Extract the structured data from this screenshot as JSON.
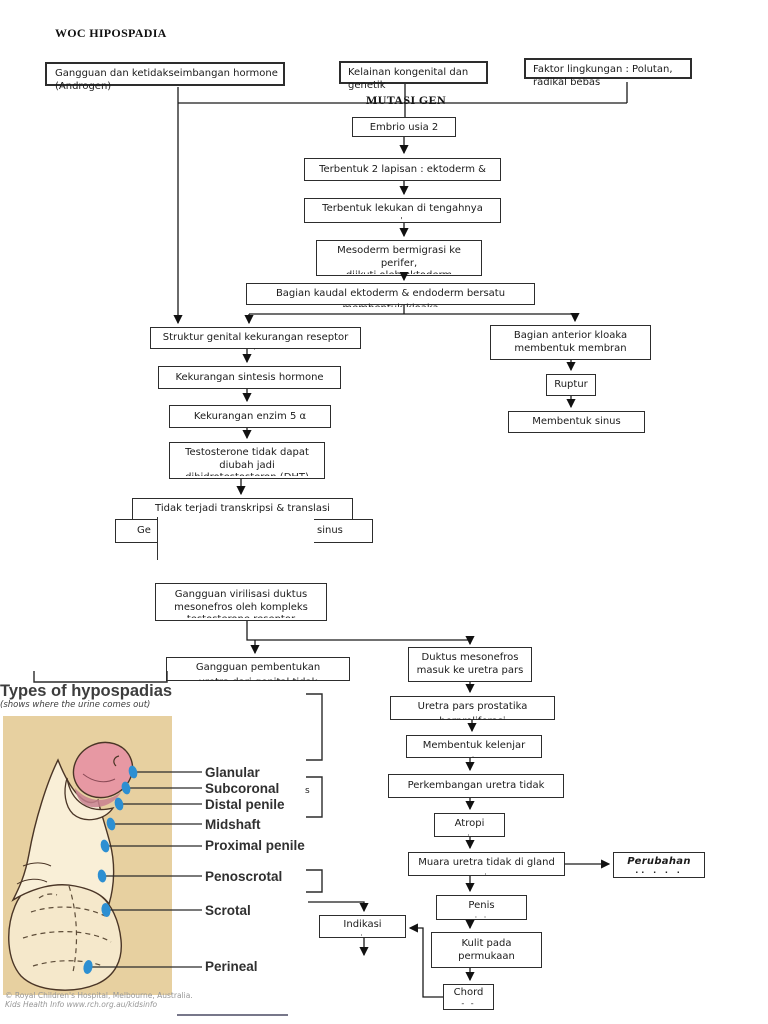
{
  "page_title": "WOC HIPOSPADIA",
  "colors": {
    "dot_blue": "#2d8fd2",
    "figure_bg": "#e7d0a0",
    "box_border": "#2d2d2d",
    "line": "#1a1a1a"
  },
  "nodes": {
    "hormone": {
      "l1": "Gangguan dan ketidakseimbangan hormone",
      "l2": "(Androgen)"
    },
    "kongenital": {
      "l1": "Kelainan kongenital dan",
      "l2": "genetik"
    },
    "lingkungan": {
      "l1": "Faktor lingkungan : Polutan,",
      "l2": "radikal bebas"
    },
    "mutasi": "MUTASI GEN",
    "embrio": "Embrio usia 2",
    "lapisan": "Terbentuk 2 lapisan : ektoderm &",
    "lekukan": {
      "l1": "Terbentuk lekukan di tengahnya",
      "clip": "'"
    },
    "mesoderm": {
      "l1": "Mesoderm bermigrasi ke",
      "l2": "perifer,",
      "clip": "diikuti oleh ektoderm"
    },
    "kaudal": {
      "l1": "Bagian kaudal ektoderm & endoderm bersatu",
      "clip": "membentuk kloaka"
    },
    "struktur": {
      "l1": "Struktur genital kekurangan reseptor",
      "clip": "·"
    },
    "sintesis": "Kekurangan sintesis hormone",
    "enzim": "Kekurangan enzim 5 α",
    "testosterone": {
      "l1": "Testosterone tidak dapat",
      "l2": "diubah jadi",
      "clip": "dihidrotestosteron (DHT)"
    },
    "transkripsi": "Tidak terjadi transkripsi & translasi",
    "genital_sinus": {
      "left": "Ge",
      "right": "sinus"
    },
    "virilisasi": {
      "l1": "Gangguan virilisasi duktus",
      "l2": "mesonefros oleh kompleks",
      "clip": "testosterone reseptor"
    },
    "pembentukan": {
      "l1": "Gangguan pembentukan",
      "clip": "uretra dari genital tidak"
    },
    "duktus": {
      "l1": "Duktus mesonefros",
      "l2": "masuk ke uretra pars"
    },
    "uretra_pars": {
      "l1": "Uretra pars prostatika",
      "clip": "berproliferasi"
    },
    "kelenjar": {
      "l1": "Membentuk kelenjar",
      "clip": "·"
    },
    "perkembangan": "Perkembangan uretra tidak",
    "atropi": {
      "l1": "Atropi",
      "clip": "·"
    },
    "muara": {
      "l1": "Muara uretra tidak di gland",
      "clip": "·"
    },
    "perubahan": {
      "l1": "Perubahan",
      "clip": "·· ·  ·  ·"
    },
    "penis": {
      "l1": "Penis",
      "clip": "· ·"
    },
    "kulit": {
      "l1": "Kulit pada",
      "l2": "permukaan"
    },
    "chord": {
      "l1": "Chord",
      "clip": "- -"
    },
    "indikasi": {
      "l1": "Indikasi",
      "clip": "·"
    },
    "anterior": {
      "l1": "Bagian anterior kloaka",
      "l2": "membentuk membran"
    },
    "ruptur": "Ruptur",
    "sinus_box": "Membentuk sinus",
    "fragment_s": "s"
  },
  "figure": {
    "title": "Types of hypospadias",
    "subtitle": "(shows where the urine comes out)",
    "labels": [
      "Glanular",
      "Subcoronal",
      "Distal penile",
      "Midshaft",
      "Proximal penile",
      "Penoscrotal",
      "Scrotal",
      "Perineal"
    ],
    "credit_line1": "© Royal Children's Hospital, Melbourne, Australia.",
    "credit_line2": "Kids Health Info www.rch.org.au/kidsinfo"
  }
}
